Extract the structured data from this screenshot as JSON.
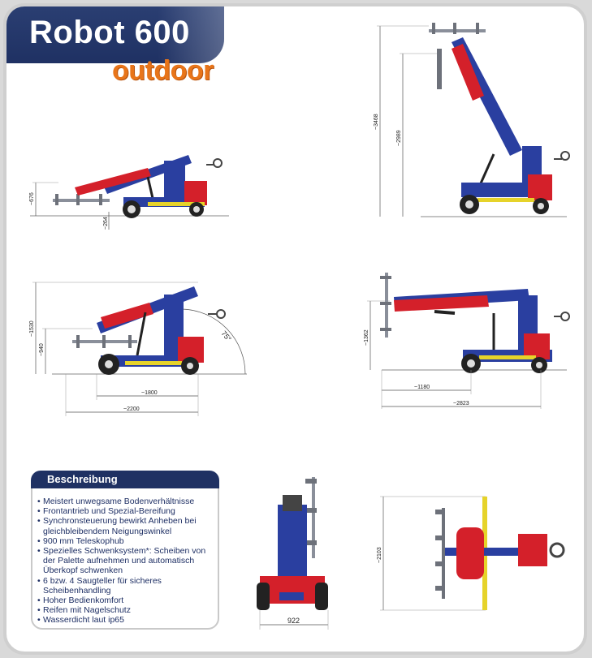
{
  "header": {
    "title": "Robot 600",
    "subtitle": "outdoor"
  },
  "description": {
    "heading": "Beschreibung",
    "items": [
      "Meistert unwegsame Bodenverhältnisse",
      "Frontantrieb und Spezial-Bereifung",
      "Synchronsteuerung bewirkt Anheben bei gleichbleibendem Neigungswinkel",
      "900 mm Teleskophub",
      "Spezielles Schwenksystem*: Scheiben von der Palette aufnehmen und automatisch Überkopf schwenken",
      "6 bzw. 4 Saugteller für sicheres Scheibenhandling",
      "Hoher Bedienkomfort",
      "Reifen mit Nagelschutz",
      "Wasserdicht laut ip65"
    ]
  },
  "dimensions": {
    "low_height": "~676",
    "ground_clearance": "~264",
    "max_height": "~3468",
    "mid_height": "~2989",
    "tilt_height": "~1530",
    "cup_height": "~940",
    "angle": "75°",
    "reach_short": "~1800",
    "length": "~2200",
    "horizontal_height": "~1362",
    "front_reach": "~1180",
    "total_length": "~2823",
    "width": "922",
    "top_width": "~2103"
  },
  "colors": {
    "navy": "#1f3163",
    "orange": "#e8751a",
    "blue_body": "#2a3fa0",
    "red": "#d4202a"
  }
}
